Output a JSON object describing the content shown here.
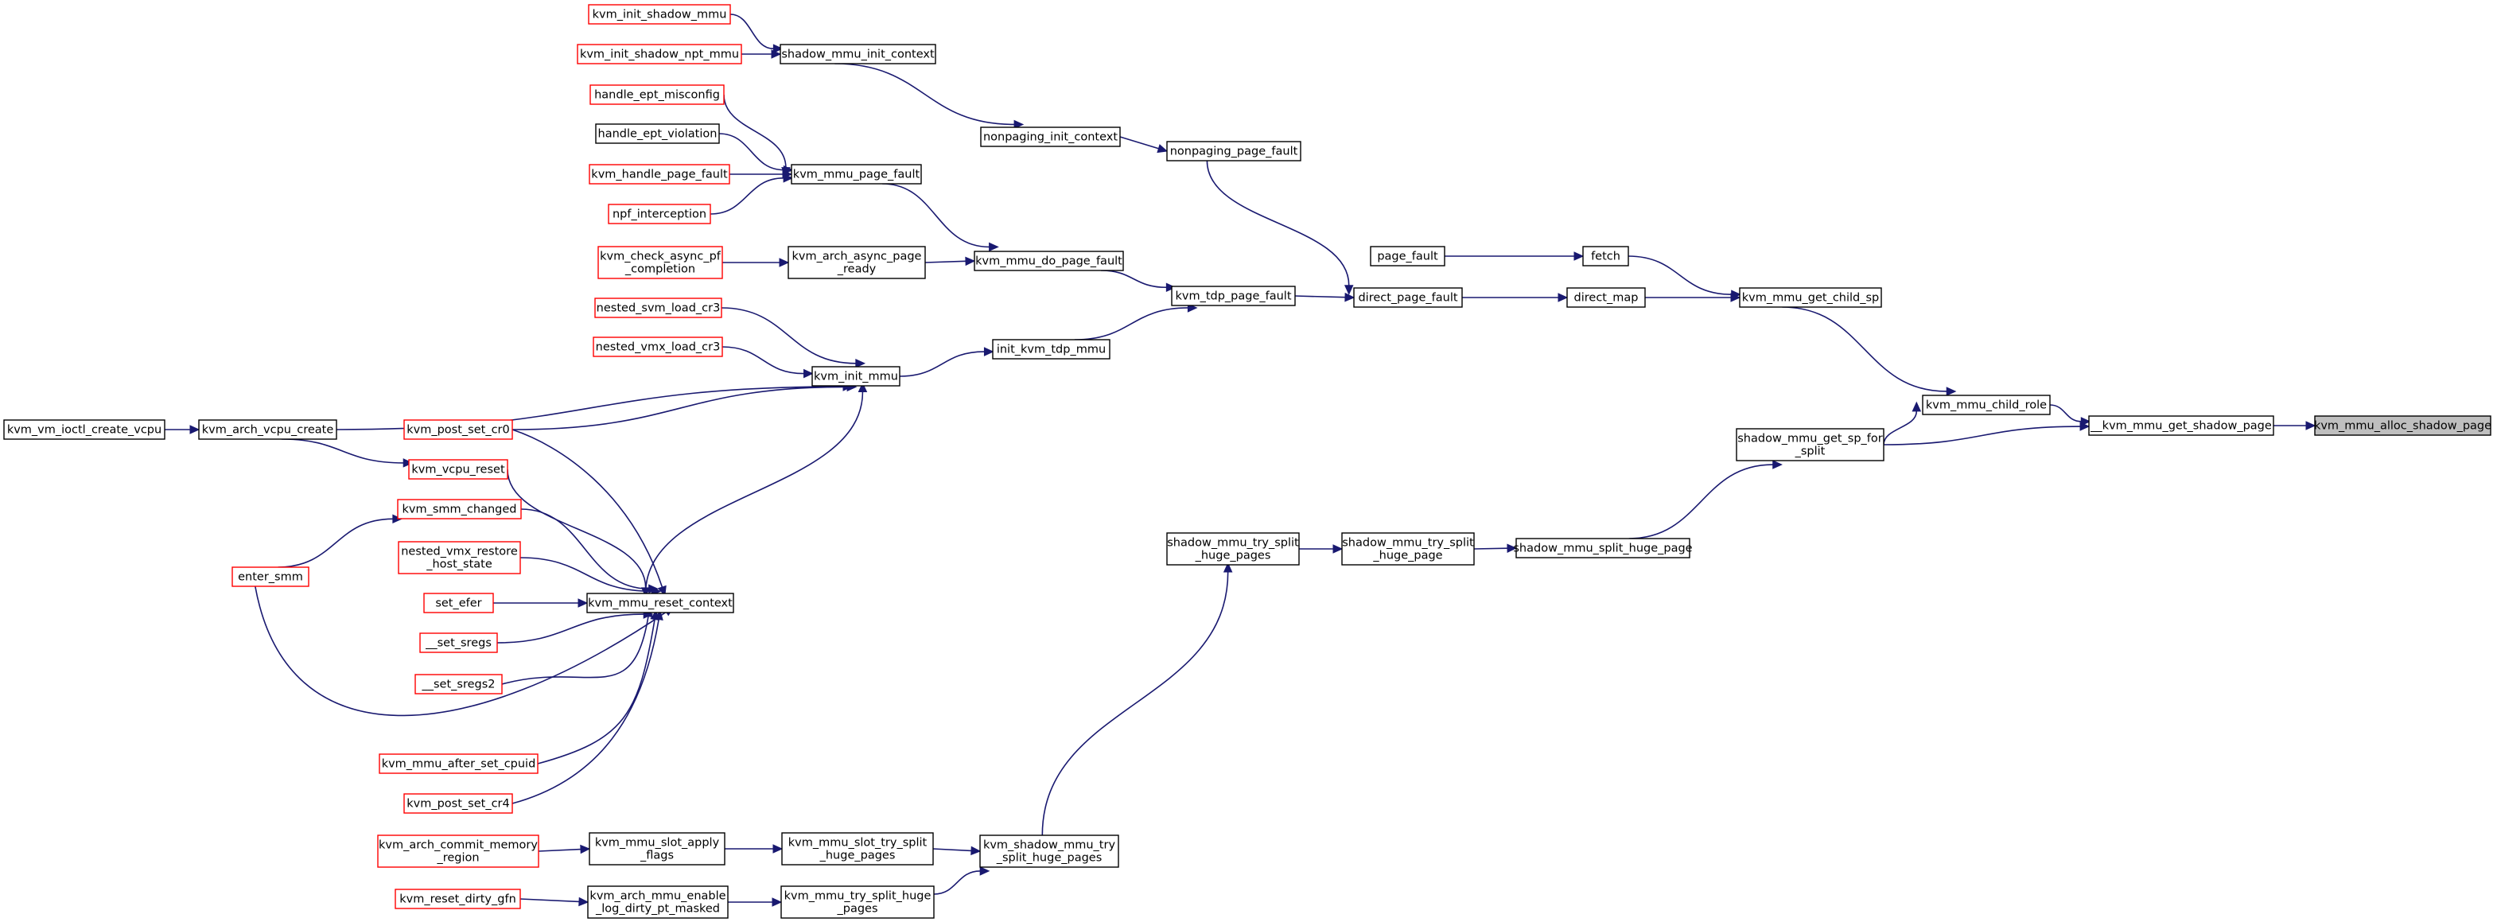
{
  "colors": {
    "edge": "#191970",
    "border_default": "#000000",
    "border_truncated": "#ff0000",
    "fill_default": "#ffffff",
    "fill_root": "#bfbfbf"
  },
  "nodes": [
    {
      "id": "kvm_init_shadow_mmu",
      "lines": [
        "kvm_init_shadow_mmu"
      ],
      "style": "truncated"
    },
    {
      "id": "shadow_mmu_init_context",
      "lines": [
        "shadow_mmu_init_context"
      ],
      "style": "default"
    },
    {
      "id": "kvm_init_shadow_npt_mmu",
      "lines": [
        "kvm_init_shadow_npt_mmu"
      ],
      "style": "truncated"
    },
    {
      "id": "nonpaging_init_context",
      "lines": [
        "nonpaging_init_context"
      ],
      "style": "default"
    },
    {
      "id": "nonpaging_page_fault",
      "lines": [
        "nonpaging_page_fault"
      ],
      "style": "default"
    },
    {
      "id": "handle_ept_misconfig",
      "lines": [
        "handle_ept_misconfig"
      ],
      "style": "truncated"
    },
    {
      "id": "handle_ept_violation",
      "lines": [
        "handle_ept_violation"
      ],
      "style": "default"
    },
    {
      "id": "kvm_handle_page_fault",
      "lines": [
        "kvm_handle_page_fault"
      ],
      "style": "truncated"
    },
    {
      "id": "npf_interception",
      "lines": [
        "npf_interception"
      ],
      "style": "truncated"
    },
    {
      "id": "kvm_mmu_page_fault",
      "lines": [
        "kvm_mmu_page_fault"
      ],
      "style": "default"
    },
    {
      "id": "kvm_check_async_pf_completion",
      "lines": [
        "kvm_check_async_pf",
        "_completion"
      ],
      "style": "truncated"
    },
    {
      "id": "kvm_arch_async_page_ready",
      "lines": [
        "kvm_arch_async_page",
        "_ready"
      ],
      "style": "default"
    },
    {
      "id": "kvm_mmu_do_page_fault",
      "lines": [
        "kvm_mmu_do_page_fault"
      ],
      "style": "default"
    },
    {
      "id": "kvm_tdp_page_fault",
      "lines": [
        "kvm_tdp_page_fault"
      ],
      "style": "default"
    },
    {
      "id": "page_fault",
      "lines": [
        "page_fault"
      ],
      "style": "default"
    },
    {
      "id": "fetch",
      "lines": [
        "fetch"
      ],
      "style": "default"
    },
    {
      "id": "direct_page_fault",
      "lines": [
        "direct_page_fault"
      ],
      "style": "default"
    },
    {
      "id": "direct_map",
      "lines": [
        "direct_map"
      ],
      "style": "default"
    },
    {
      "id": "kvm_mmu_get_child_sp",
      "lines": [
        "kvm_mmu_get_child_sp"
      ],
      "style": "default"
    },
    {
      "id": "nested_svm_load_cr3",
      "lines": [
        "nested_svm_load_cr3"
      ],
      "style": "truncated"
    },
    {
      "id": "nested_vmx_load_cr3",
      "lines": [
        "nested_vmx_load_cr3"
      ],
      "style": "truncated"
    },
    {
      "id": "kvm_init_mmu",
      "lines": [
        "kvm_init_mmu"
      ],
      "style": "default"
    },
    {
      "id": "init_kvm_tdp_mmu",
      "lines": [
        "init_kvm_tdp_mmu"
      ],
      "style": "default"
    },
    {
      "id": "kvm_vm_ioctl_create_vcpu",
      "lines": [
        "kvm_vm_ioctl_create_vcpu"
      ],
      "style": "default"
    },
    {
      "id": "kvm_arch_vcpu_create",
      "lines": [
        "kvm_arch_vcpu_create"
      ],
      "style": "default"
    },
    {
      "id": "kvm_post_set_cr0",
      "lines": [
        "kvm_post_set_cr0"
      ],
      "style": "truncated"
    },
    {
      "id": "kvm_vcpu_reset",
      "lines": [
        "kvm_vcpu_reset"
      ],
      "style": "truncated"
    },
    {
      "id": "kvm_smm_changed",
      "lines": [
        "kvm_smm_changed"
      ],
      "style": "truncated"
    },
    {
      "id": "nested_vmx_restore_host_state",
      "lines": [
        "nested_vmx_restore",
        "_host_state"
      ],
      "style": "truncated"
    },
    {
      "id": "enter_smm",
      "lines": [
        "enter_smm"
      ],
      "style": "truncated"
    },
    {
      "id": "set_efer",
      "lines": [
        "set_efer"
      ],
      "style": "truncated"
    },
    {
      "id": "kvm_mmu_reset_context",
      "lines": [
        "kvm_mmu_reset_context"
      ],
      "style": "default"
    },
    {
      "id": "__set_sregs",
      "lines": [
        "__set_sregs"
      ],
      "style": "truncated"
    },
    {
      "id": "__set_sregs2",
      "lines": [
        "__set_sregs2"
      ],
      "style": "truncated"
    },
    {
      "id": "kvm_mmu_after_set_cpuid",
      "lines": [
        "kvm_mmu_after_set_cpuid"
      ],
      "style": "truncated"
    },
    {
      "id": "kvm_post_set_cr4",
      "lines": [
        "kvm_post_set_cr4"
      ],
      "style": "truncated"
    },
    {
      "id": "kvm_mmu_child_role",
      "lines": [
        "kvm_mmu_child_role"
      ],
      "style": "default"
    },
    {
      "id": "shadow_mmu_get_sp_for_split",
      "lines": [
        "shadow_mmu_get_sp_for",
        "_split"
      ],
      "style": "default"
    },
    {
      "id": "__kvm_mmu_get_shadow_page",
      "lines": [
        "__kvm_mmu_get_shadow_page"
      ],
      "style": "default"
    },
    {
      "id": "kvm_mmu_alloc_shadow_page",
      "lines": [
        "kvm_mmu_alloc_shadow_page"
      ],
      "style": "root"
    },
    {
      "id": "shadow_mmu_try_split_huge_pages",
      "lines": [
        "shadow_mmu_try_split",
        "_huge_pages"
      ],
      "style": "default"
    },
    {
      "id": "shadow_mmu_try_split_huge_page",
      "lines": [
        "shadow_mmu_try_split",
        "_huge_page"
      ],
      "style": "default"
    },
    {
      "id": "shadow_mmu_split_huge_page",
      "lines": [
        "shadow_mmu_split_huge_page"
      ],
      "style": "default"
    },
    {
      "id": "kvm_arch_commit_memory_region",
      "lines": [
        "kvm_arch_commit_memory",
        "_region"
      ],
      "style": "truncated"
    },
    {
      "id": "kvm_mmu_slot_apply_flags",
      "lines": [
        "kvm_mmu_slot_apply",
        "_flags"
      ],
      "style": "default"
    },
    {
      "id": "kvm_mmu_slot_try_split_huge_pages",
      "lines": [
        "kvm_mmu_slot_try_split",
        "_huge_pages"
      ],
      "style": "default"
    },
    {
      "id": "kvm_shadow_mmu_try_split_huge_pages",
      "lines": [
        "kvm_shadow_mmu_try",
        "_split_huge_pages"
      ],
      "style": "default"
    },
    {
      "id": "kvm_reset_dirty_gfn",
      "lines": [
        "kvm_reset_dirty_gfn"
      ],
      "style": "truncated"
    },
    {
      "id": "kvm_arch_mmu_enable_log_dirty_pt_masked",
      "lines": [
        "kvm_arch_mmu_enable",
        "_log_dirty_pt_masked"
      ],
      "style": "default"
    },
    {
      "id": "kvm_mmu_try_split_huge_pages",
      "lines": [
        "kvm_mmu_try_split_huge",
        "_pages"
      ],
      "style": "default"
    }
  ],
  "edges": [
    [
      "kvm_init_shadow_mmu",
      "shadow_mmu_init_context"
    ],
    [
      "kvm_init_shadow_npt_mmu",
      "shadow_mmu_init_context"
    ],
    [
      "shadow_mmu_init_context",
      "nonpaging_init_context"
    ],
    [
      "nonpaging_init_context",
      "nonpaging_page_fault"
    ],
    [
      "nonpaging_page_fault",
      "direct_page_fault"
    ],
    [
      "handle_ept_misconfig",
      "kvm_mmu_page_fault"
    ],
    [
      "handle_ept_violation",
      "kvm_mmu_page_fault"
    ],
    [
      "kvm_handle_page_fault",
      "kvm_mmu_page_fault"
    ],
    [
      "npf_interception",
      "kvm_mmu_page_fault"
    ],
    [
      "kvm_mmu_page_fault",
      "kvm_mmu_do_page_fault"
    ],
    [
      "kvm_check_async_pf_completion",
      "kvm_arch_async_page_ready"
    ],
    [
      "kvm_arch_async_page_ready",
      "kvm_mmu_do_page_fault"
    ],
    [
      "kvm_mmu_do_page_fault",
      "kvm_tdp_page_fault"
    ],
    [
      "kvm_tdp_page_fault",
      "direct_page_fault"
    ],
    [
      "page_fault",
      "fetch"
    ],
    [
      "fetch",
      "kvm_mmu_get_child_sp"
    ],
    [
      "direct_page_fault",
      "direct_map"
    ],
    [
      "direct_map",
      "kvm_mmu_get_child_sp"
    ],
    [
      "kvm_mmu_get_child_sp",
      "kvm_mmu_child_role"
    ],
    [
      "nested_svm_load_cr3",
      "kvm_init_mmu"
    ],
    [
      "nested_vmx_load_cr3",
      "kvm_init_mmu"
    ],
    [
      "kvm_arch_vcpu_create",
      "kvm_init_mmu"
    ],
    [
      "kvm_post_set_cr0",
      "kvm_init_mmu"
    ],
    [
      "kvm_mmu_reset_context",
      "kvm_init_mmu"
    ],
    [
      "kvm_init_mmu",
      "init_kvm_tdp_mmu"
    ],
    [
      "init_kvm_tdp_mmu",
      "kvm_tdp_page_fault"
    ],
    [
      "kvm_vm_ioctl_create_vcpu",
      "kvm_arch_vcpu_create"
    ],
    [
      "kvm_arch_vcpu_create",
      "kvm_vcpu_reset"
    ],
    [
      "enter_smm",
      "kvm_smm_changed"
    ],
    [
      "kvm_post_set_cr0",
      "kvm_mmu_reset_context"
    ],
    [
      "kvm_vcpu_reset",
      "kvm_mmu_reset_context"
    ],
    [
      "kvm_smm_changed",
      "kvm_mmu_reset_context"
    ],
    [
      "nested_vmx_restore_host_state",
      "kvm_mmu_reset_context"
    ],
    [
      "set_efer",
      "kvm_mmu_reset_context"
    ],
    [
      "enter_smm",
      "kvm_mmu_reset_context"
    ],
    [
      "__set_sregs",
      "kvm_mmu_reset_context"
    ],
    [
      "__set_sregs2",
      "kvm_mmu_reset_context"
    ],
    [
      "kvm_mmu_after_set_cpuid",
      "kvm_mmu_reset_context"
    ],
    [
      "kvm_post_set_cr4",
      "kvm_mmu_reset_context"
    ],
    [
      "kvm_mmu_child_role",
      "__kvm_mmu_get_shadow_page"
    ],
    [
      "shadow_mmu_get_sp_for_split",
      "kvm_mmu_child_role"
    ],
    [
      "shadow_mmu_get_sp_for_split",
      "__kvm_mmu_get_shadow_page"
    ],
    [
      "__kvm_mmu_get_shadow_page",
      "kvm_mmu_alloc_shadow_page"
    ],
    [
      "shadow_mmu_split_huge_page",
      "shadow_mmu_get_sp_for_split"
    ],
    [
      "shadow_mmu_try_split_huge_pages",
      "shadow_mmu_try_split_huge_page"
    ],
    [
      "shadow_mmu_try_split_huge_page",
      "shadow_mmu_split_huge_page"
    ],
    [
      "kvm_shadow_mmu_try_split_huge_pages",
      "shadow_mmu_try_split_huge_pages"
    ],
    [
      "kvm_arch_commit_memory_region",
      "kvm_mmu_slot_apply_flags"
    ],
    [
      "kvm_mmu_slot_apply_flags",
      "kvm_mmu_slot_try_split_huge_pages"
    ],
    [
      "kvm_mmu_slot_try_split_huge_pages",
      "kvm_shadow_mmu_try_split_huge_pages"
    ],
    [
      "kvm_reset_dirty_gfn",
      "kvm_arch_mmu_enable_log_dirty_pt_masked"
    ],
    [
      "kvm_arch_mmu_enable_log_dirty_pt_masked",
      "kvm_mmu_try_split_huge_pages"
    ],
    [
      "kvm_mmu_try_split_huge_pages",
      "kvm_shadow_mmu_try_split_huge_pages"
    ]
  ]
}
